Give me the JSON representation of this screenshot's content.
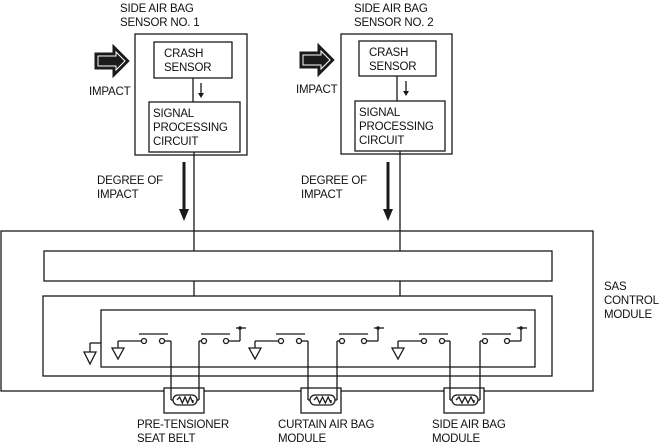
{
  "sensors": [
    {
      "title_line1": "SIDE AIR BAG",
      "title_line2": "SENSOR NO. 1",
      "crash_line1": "CRASH",
      "crash_line2": "SENSOR",
      "spc_line1": "SIGNAL",
      "spc_line2": "PROCESSING",
      "spc_line3": "CIRCUIT",
      "impact_label": "IMPACT",
      "degree_line1": "DEGREE OF",
      "degree_line2": "IMPACT"
    },
    {
      "title_line1": "SIDE AIR BAG",
      "title_line2": "SENSOR NO. 2",
      "crash_line1": "CRASH",
      "crash_line2": "SENSOR",
      "spc_line1": "SIGNAL",
      "spc_line2": "PROCESSING",
      "spc_line3": "CIRCUIT",
      "impact_label": "IMPACT",
      "degree_line1": "DEGREE OF",
      "degree_line2": "IMPACT"
    }
  ],
  "control_module": {
    "line1": "SAS",
    "line2": "CONTROL",
    "line3": "MODULE"
  },
  "outputs": [
    {
      "line1": "PRE-TENSIONER",
      "line2": "SEAT BELT"
    },
    {
      "line1": "CURTAIN AIR BAG",
      "line2": "MODULE"
    },
    {
      "line1": "SIDE AIR BAG",
      "line2": "MODULE"
    }
  ],
  "colors": {
    "line": "#1a1a1a",
    "background": "#ffffff"
  }
}
